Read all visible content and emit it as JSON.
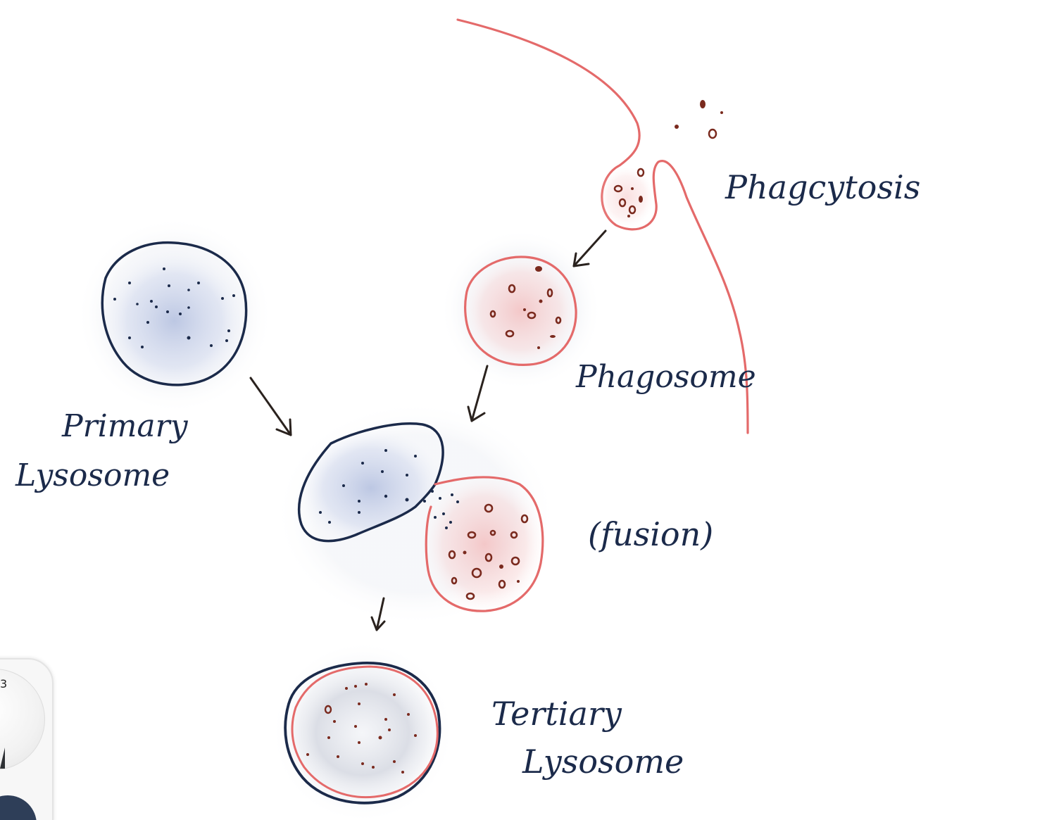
{
  "labels": {
    "phagocytosis": "Phagcytosis",
    "phagosome": "Phagosome",
    "primary_lysosome_line1": "Primary",
    "primary_lysosome_line2": "Lysosome",
    "fusion": "(fusion)",
    "tertiary_lysosome_line1": "Tertiary",
    "tertiary_lysosome_line2": "Lysosome"
  },
  "tool_panel": {
    "size_value": "3",
    "selected_color": "#2e3e58"
  },
  "colors": {
    "lysosome_outline": "#1b2a4a",
    "lysosome_fill": "#9fb0d6",
    "phagosome_outline": "#e46a6a",
    "phagosome_fill": "#f0a6a6",
    "particles": "#7a2a1e",
    "arrows": "#2a221e",
    "membrane": "#e46a6a"
  }
}
